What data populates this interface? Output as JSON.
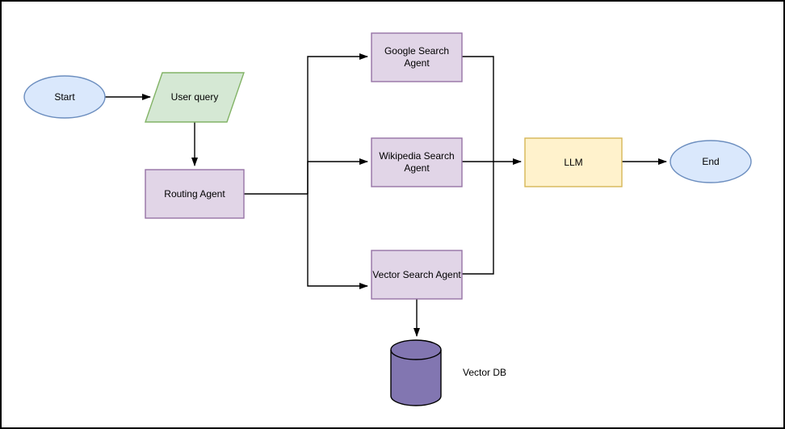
{
  "diagram": {
    "type": "flowchart",
    "nodes": {
      "start": {
        "label": "Start",
        "shape": "ellipse"
      },
      "user_query": {
        "label": "User query",
        "shape": "parallelogram"
      },
      "routing_agent": {
        "label": "Routing Agent",
        "shape": "rectangle"
      },
      "google_search_agent": {
        "label": "Google Search Agent",
        "shape": "rectangle"
      },
      "wikipedia_search_agent": {
        "label": "Wikipedia Search Agent",
        "shape": "rectangle"
      },
      "vector_search_agent": {
        "label": "Vector Search Agent",
        "shape": "rectangle"
      },
      "llm": {
        "label": "LLM",
        "shape": "rectangle"
      },
      "end": {
        "label": "End",
        "shape": "ellipse"
      },
      "vector_db": {
        "label": "Vector DB",
        "shape": "cylinder"
      }
    },
    "edges": [
      {
        "from": "start",
        "to": "user_query"
      },
      {
        "from": "user_query",
        "to": "routing_agent"
      },
      {
        "from": "routing_agent",
        "to": "google_search_agent"
      },
      {
        "from": "routing_agent",
        "to": "wikipedia_search_agent"
      },
      {
        "from": "routing_agent",
        "to": "vector_search_agent"
      },
      {
        "from": "google_search_agent",
        "to": "llm"
      },
      {
        "from": "wikipedia_search_agent",
        "to": "llm"
      },
      {
        "from": "vector_search_agent",
        "to": "llm"
      },
      {
        "from": "llm",
        "to": "end"
      },
      {
        "from": "vector_search_agent",
        "to": "vector_db"
      }
    ],
    "colors": {
      "blue_fill": "#dae8fc",
      "blue_stroke": "#6c8ebf",
      "green_fill": "#d5e8d4",
      "green_stroke": "#82b366",
      "purple_fill": "#e1d5e7",
      "purple_stroke": "#9673a6",
      "yellow_fill": "#fff2cc",
      "yellow_stroke": "#d6b656",
      "cylinder_fill": "#8276b1",
      "cylinder_stroke": "#000000",
      "edge_color": "#000000",
      "text_color": "#000000",
      "canvas_border": "#000000",
      "background": "#ffffff"
    }
  }
}
